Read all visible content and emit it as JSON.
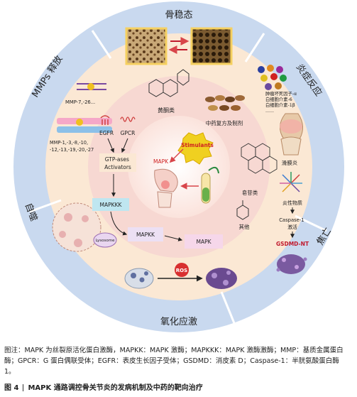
{
  "ring": {
    "bone_homeostasis": "骨稳态",
    "inflammatory_response": "炎症反应",
    "death": "焦亡",
    "oxidative_stress": "氧化应激",
    "autophagy": "自噬",
    "mmps_release": "MMPs 释放"
  },
  "tcm": {
    "flavonoids": "黄酮类",
    "compound_preparations": "中药复方及制剂",
    "saponins": "皂苷类",
    "others": "其他"
  },
  "inflammation": {
    "cytokines": "肿瘤坏死因子-α\n白细胞介素-6\n白细胞介素-1β\n......",
    "synovitis": "滑膜炎"
  },
  "pyroptosis": {
    "inflammasome": "炎性物质",
    "caspase": "Caspase-1\n激活",
    "gsdmd": "GSDMD-NT"
  },
  "center": {
    "stimulants": "Stimulants",
    "mapk": "MAPK"
  },
  "pathway": {
    "egfr": "EGFR",
    "gpcr": "GPCR",
    "gtpases": "GTP-ases\nActivators",
    "mapkkk": "MAPKKK",
    "mapkk": "MAPKK",
    "mapk": "MAPK"
  },
  "mmp": {
    "mmp7": "MMP-7,-26...",
    "mmp_list": "MMP-1,-3,-8,-10,\n-12,-13,-19,-20,-27"
  },
  "autophagy": {
    "lysosome": "Lysosome"
  },
  "oxidative": {
    "ros": "ROS"
  },
  "note": "图注：MAPK 为丝裂原活化蛋白激酶，MAPKK：MAPK 激酶；MAPKKK：MAPK 激酶激酶；MMP：基质金属蛋白酶；GPCR：G 蛋白偶联受体；EGFR：表皮生长因子受体；GSDMD：消皮素 D；Caspase-1：半胱氨酸蛋白酶 1。",
  "caption": {
    "label": "图 4",
    "title": "MAPK 通路调控骨关节炎的发病机制及中药的靶向治疗"
  },
  "colors": {
    "outer_ring": "#c9d9ef",
    "mid_ring": "#fbe8d4",
    "inner_ring": "#f7d8d2",
    "center": "#fdf1ee",
    "pathway_box": "#bfe6f0",
    "mapk_box": "#f6d7ea",
    "gsdmd": "#c0182c",
    "arrow": "#d8454a",
    "stimulants": "#f0d020"
  }
}
